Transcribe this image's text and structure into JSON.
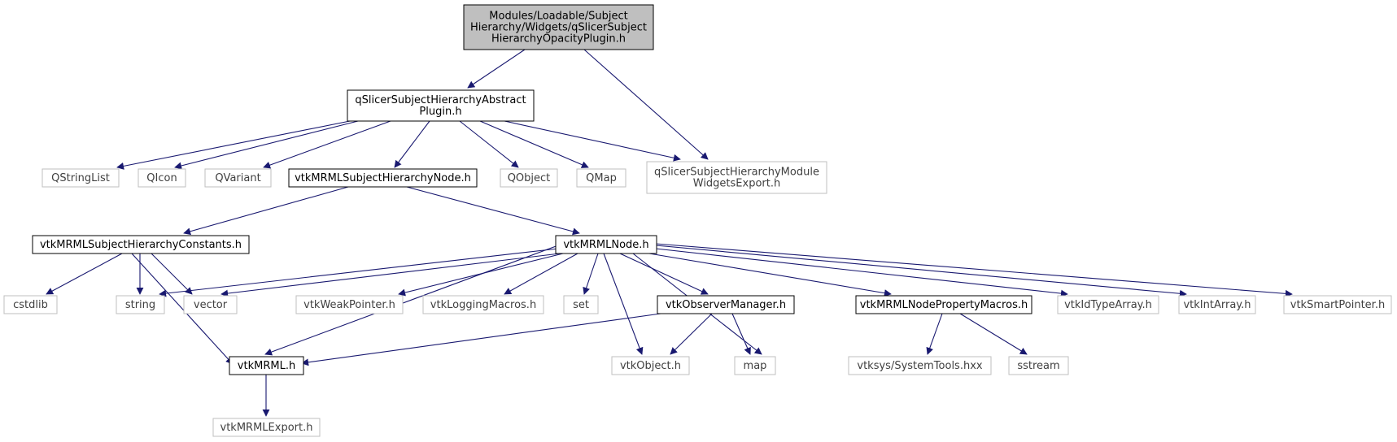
{
  "colors": {
    "edge": "#191970",
    "main_fill": "#bfbfbf",
    "doc_border": "#000000",
    "ext_border": "#bfbfbf"
  },
  "nodes": [
    {
      "id": "main",
      "kind": "main",
      "lines": [
        "Modules/Loadable/Subject",
        "Hierarchy/Widgets/qSlicerSubject",
        "HierarchyOpacityPlugin.h"
      ]
    },
    {
      "id": "abstract",
      "kind": "doc",
      "lines": [
        "qSlicerSubjectHierarchyAbstract",
        "Plugin.h"
      ]
    },
    {
      "id": "qstringlist",
      "kind": "ext",
      "lines": [
        "QStringList"
      ]
    },
    {
      "id": "qicon",
      "kind": "ext",
      "lines": [
        "QIcon"
      ]
    },
    {
      "id": "qvariant",
      "kind": "ext",
      "lines": [
        "QVariant"
      ]
    },
    {
      "id": "shnode",
      "kind": "doc",
      "lines": [
        "vtkMRMLSubjectHierarchyNode.h"
      ]
    },
    {
      "id": "qobject",
      "kind": "ext",
      "lines": [
        "QObject"
      ]
    },
    {
      "id": "qmap",
      "kind": "ext",
      "lines": [
        "QMap"
      ]
    },
    {
      "id": "export",
      "kind": "ext",
      "lines": [
        "qSlicerSubjectHierarchyModule",
        "WidgetsExport.h"
      ]
    },
    {
      "id": "constants",
      "kind": "doc",
      "lines": [
        "vtkMRMLSubjectHierarchyConstants.h"
      ]
    },
    {
      "id": "mrmlnode",
      "kind": "doc",
      "lines": [
        "vtkMRMLNode.h"
      ]
    },
    {
      "id": "cstdlib",
      "kind": "ext",
      "lines": [
        "cstdlib"
      ]
    },
    {
      "id": "string",
      "kind": "ext",
      "lines": [
        "string"
      ]
    },
    {
      "id": "vector",
      "kind": "ext",
      "lines": [
        "vector"
      ]
    },
    {
      "id": "weakptr",
      "kind": "ext",
      "lines": [
        "vtkWeakPointer.h"
      ]
    },
    {
      "id": "logging",
      "kind": "ext",
      "lines": [
        "vtkLoggingMacros.h"
      ]
    },
    {
      "id": "set",
      "kind": "ext",
      "lines": [
        "set"
      ]
    },
    {
      "id": "observer",
      "kind": "doc",
      "lines": [
        "vtkObserverManager.h"
      ]
    },
    {
      "id": "propmacros",
      "kind": "doc",
      "lines": [
        "vtkMRMLNodePropertyMacros.h"
      ]
    },
    {
      "id": "idtype",
      "kind": "ext",
      "lines": [
        "vtkIdTypeArray.h"
      ]
    },
    {
      "id": "intarray",
      "kind": "ext",
      "lines": [
        "vtkIntArray.h"
      ]
    },
    {
      "id": "smartptr",
      "kind": "ext",
      "lines": [
        "vtkSmartPointer.h"
      ]
    },
    {
      "id": "mrml",
      "kind": "doc",
      "lines": [
        "vtkMRML.h"
      ]
    },
    {
      "id": "vtkobject",
      "kind": "ext",
      "lines": [
        "vtkObject.h"
      ]
    },
    {
      "id": "map",
      "kind": "ext",
      "lines": [
        "map"
      ]
    },
    {
      "id": "systemtools",
      "kind": "ext",
      "lines": [
        "vtksys/SystemTools.hxx"
      ]
    },
    {
      "id": "sstream",
      "kind": "ext",
      "lines": [
        "sstream"
      ]
    },
    {
      "id": "mrmlexport",
      "kind": "ext",
      "lines": [
        "vtkMRMLExport.h"
      ]
    }
  ],
  "edges": [
    [
      "main",
      "abstract"
    ],
    [
      "main",
      "export"
    ],
    [
      "abstract",
      "qstringlist"
    ],
    [
      "abstract",
      "qicon"
    ],
    [
      "abstract",
      "qvariant"
    ],
    [
      "abstract",
      "shnode"
    ],
    [
      "abstract",
      "qobject"
    ],
    [
      "abstract",
      "qmap"
    ],
    [
      "abstract",
      "export"
    ],
    [
      "shnode",
      "constants"
    ],
    [
      "shnode",
      "mrmlnode"
    ],
    [
      "constants",
      "cstdlib"
    ],
    [
      "constants",
      "string"
    ],
    [
      "constants",
      "vector"
    ],
    [
      "constants",
      "mrml"
    ],
    [
      "mrmlnode",
      "string"
    ],
    [
      "mrmlnode",
      "vector"
    ],
    [
      "mrmlnode",
      "mrml"
    ],
    [
      "mrmlnode",
      "weakptr"
    ],
    [
      "mrmlnode",
      "logging"
    ],
    [
      "mrmlnode",
      "set"
    ],
    [
      "mrmlnode",
      "vtkobject"
    ],
    [
      "mrmlnode",
      "observer"
    ],
    [
      "mrmlnode",
      "map"
    ],
    [
      "mrmlnode",
      "propmacros"
    ],
    [
      "mrmlnode",
      "idtype"
    ],
    [
      "mrmlnode",
      "intarray"
    ],
    [
      "mrmlnode",
      "smartptr"
    ],
    [
      "observer",
      "mrml"
    ],
    [
      "observer",
      "vtkobject"
    ],
    [
      "observer",
      "map"
    ],
    [
      "propmacros",
      "systemtools"
    ],
    [
      "propmacros",
      "sstream"
    ],
    [
      "mrml",
      "mrmlexport"
    ]
  ]
}
